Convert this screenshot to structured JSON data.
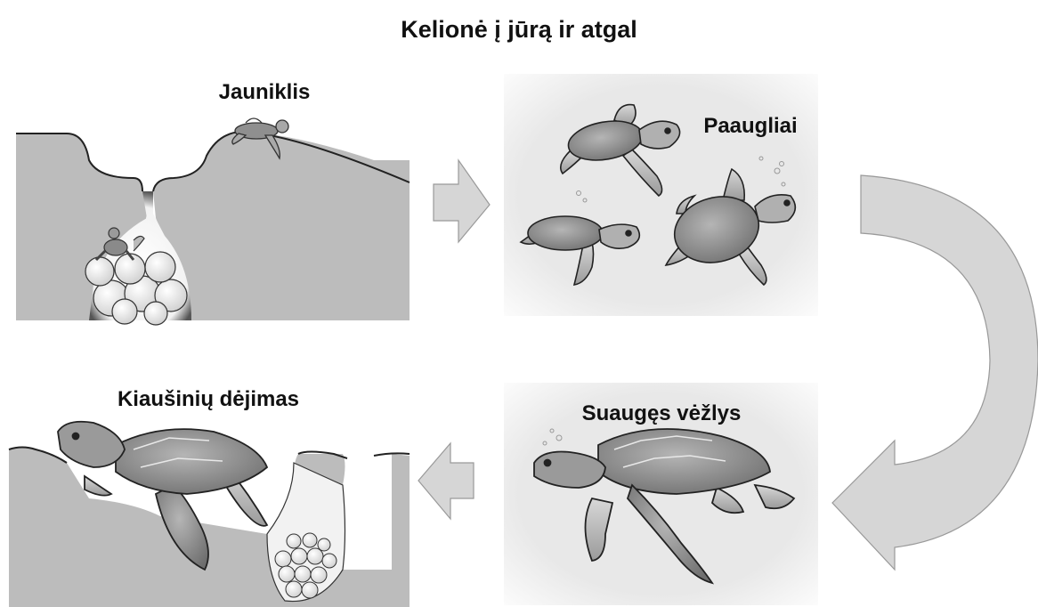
{
  "title": "Kelionė į jūrą ir atgal",
  "stages": {
    "hatchling": {
      "label": "Jauniklis"
    },
    "juveniles": {
      "label": "Paaugliai"
    },
    "adult": {
      "label": "Suaugęs vėžlys"
    },
    "nesting": {
      "label": "Kiaušinių dėjimas"
    }
  },
  "colors": {
    "sand": "#b9b9b9",
    "water_panel": "#e6e6e6",
    "arrow": "#d4d4d4",
    "shell": "#8c8c8c",
    "egg": "#f7f7f7"
  }
}
